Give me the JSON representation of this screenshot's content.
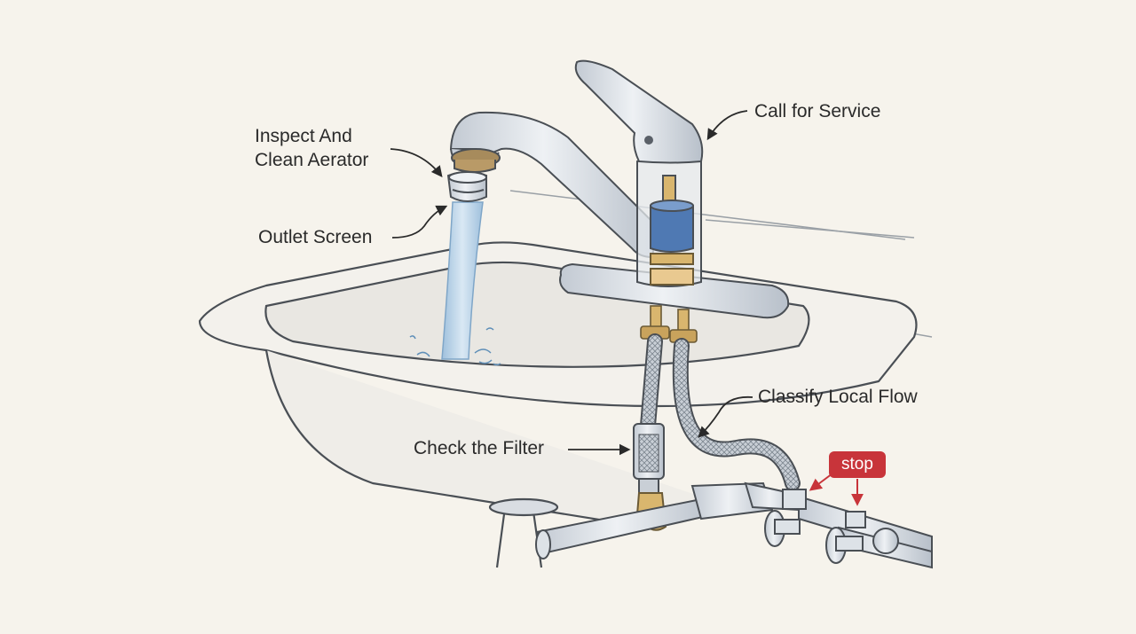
{
  "labels": {
    "aerator_line1": "Inspect And",
    "aerator_line2": "Clean Aerator",
    "outlet_screen": "Outlet Screen",
    "call_service": "Call for Service",
    "classify_flow": "Classify Local Flow",
    "check_filter": "Check the Filter",
    "stop": "stop"
  },
  "colors": {
    "background": "#f6f3ec",
    "ink": "#2a2a2a",
    "chrome": "#d8dde3",
    "sink": "#f1efea",
    "water": "#a9c8e2",
    "brass": "#d9b66e",
    "cartridge": "#4f79b3",
    "stop_badge": "#c8343a"
  }
}
